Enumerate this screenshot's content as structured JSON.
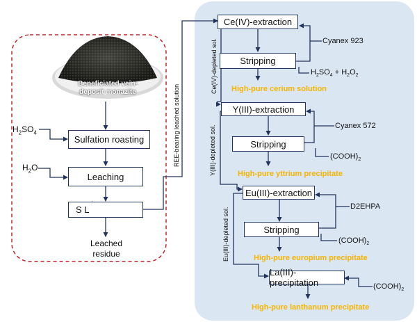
{
  "left_panel": {
    "photo_caption_line1": "Beneficiated vein-",
    "photo_caption_line2": "deposit monazite",
    "reagent_h2so4_base": "H",
    "reagent_h2so4_sub1": "2",
    "reagent_h2so4_mid": "SO",
    "reagent_h2so4_sub2": "4",
    "reagent_h2o_base": "H",
    "reagent_h2o_sub": "2",
    "reagent_h2o_end": "O",
    "sulfation_roasting": "Sulfation roasting",
    "leaching": "Leaching",
    "separator_s": "S",
    "separator_l": "L",
    "residue_line1": "Leached",
    "residue_line2": "residue"
  },
  "connector_label": "REE-bearing leached solution",
  "stages": [
    {
      "extraction": "Ce(IV)-extraction",
      "extractant": "Cyanex 923",
      "stripping": "Stripping",
      "strip_reagent": "H2SO4 + H2O2",
      "product": "High-pure cerium solution",
      "depleted_label": "Ce(IV)-depleted sol."
    },
    {
      "extraction": "Y(III)-extraction",
      "extractant": "Cyanex 572",
      "stripping": "Stripping",
      "strip_reagent": "(COOH)2",
      "product": "High-pure yttrium precipitate",
      "depleted_label": "Y(III)-depleted sol."
    },
    {
      "extraction": "Eu(III)-extraction",
      "extractant": "D2EHPA",
      "stripping": "Stripping",
      "strip_reagent": "(COOH)2",
      "product": "High-pure europium precipitate",
      "depleted_label": "Eu(III)-depleted sol."
    }
  ],
  "final_stage": {
    "precipitation": "La(III)-precipitation",
    "reagent": "(COOH)2",
    "product": "High-pure lanthanum precipitate"
  },
  "colors": {
    "arrow": "#22345c",
    "right_panel_bg": "#dbe6f3",
    "dashed_border": "#c0242b",
    "product_text": "#f5b400"
  }
}
